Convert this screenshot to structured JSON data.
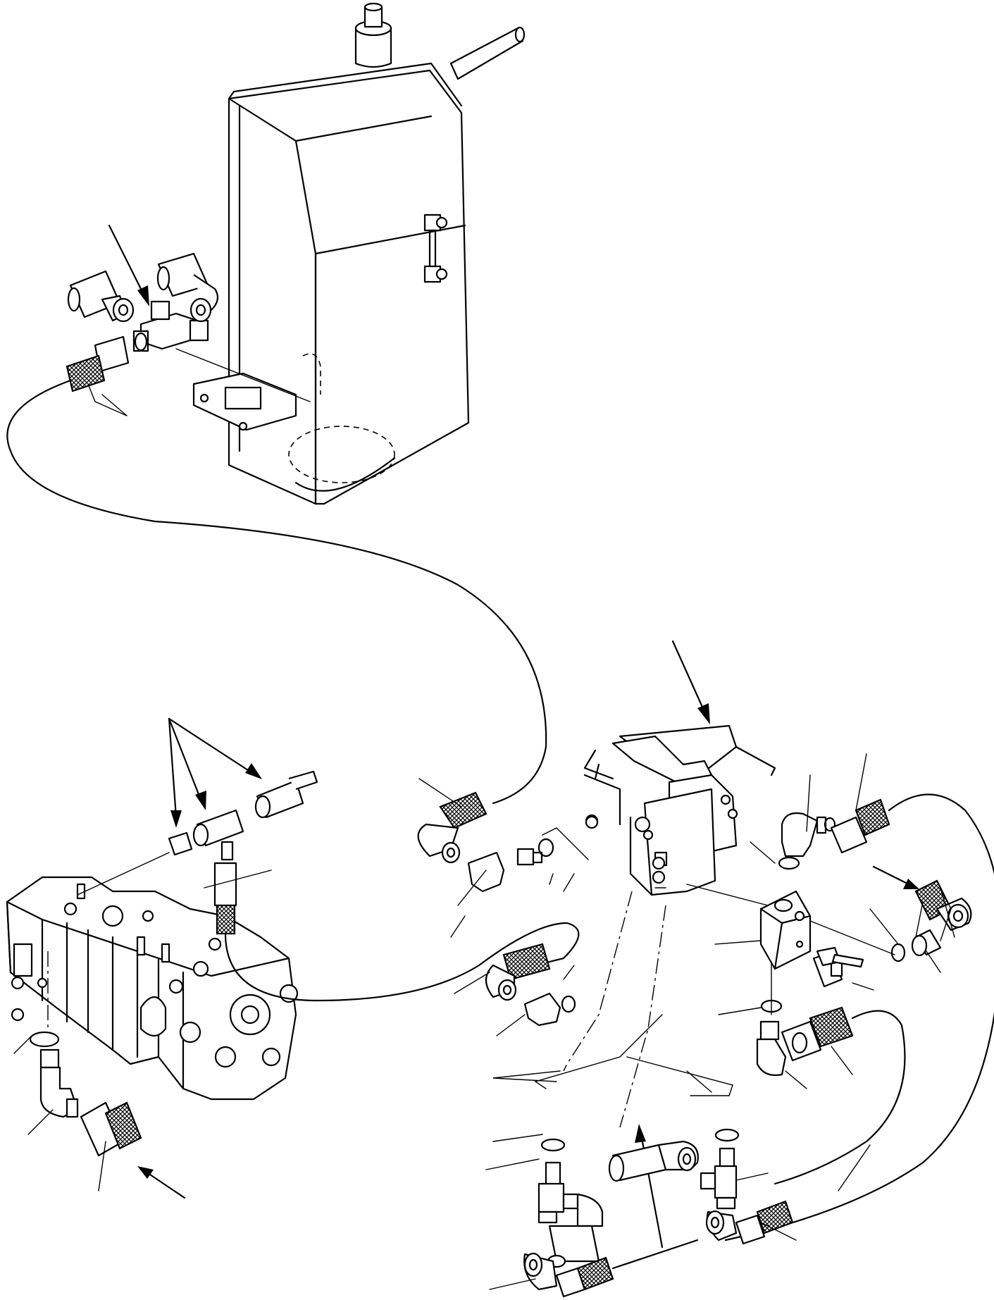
{
  "figure": {
    "sheet_background": "#ffffff",
    "ink_color": "#000000",
    "components": [
      "hydraulic-tank",
      "cross-fitting",
      "control-valve-block",
      "tee-fitting",
      "pedal-valve",
      "manifold-block",
      "elbow-fitting",
      "hose-assembly",
      "o-ring",
      "connector"
    ],
    "reference_arrows": 7,
    "leader_lines": 28
  }
}
